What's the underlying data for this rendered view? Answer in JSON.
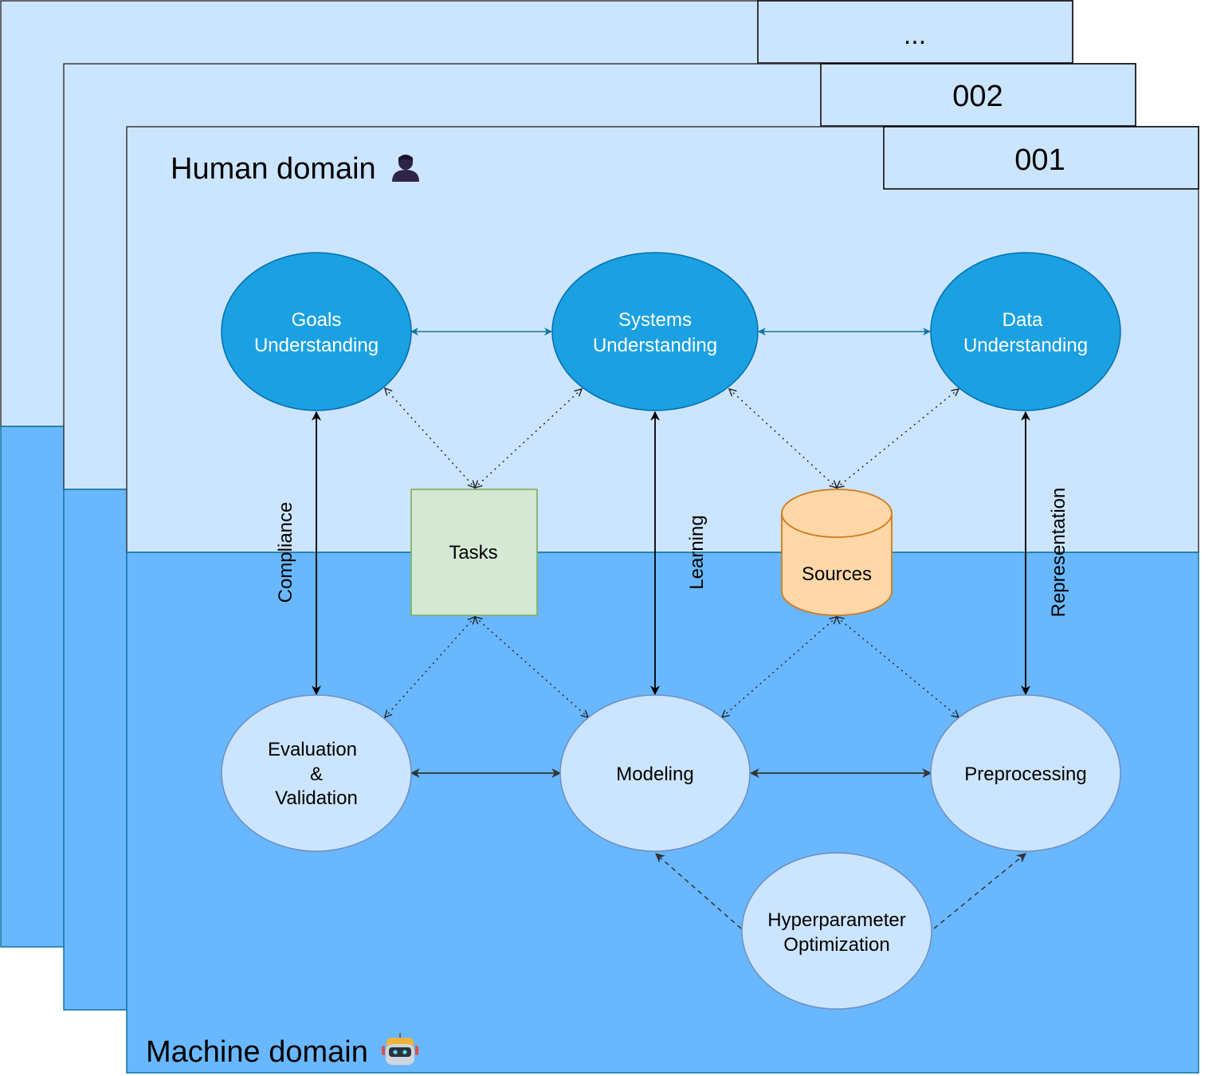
{
  "layers": {
    "back_tab": "...",
    "middle_tab": "002",
    "front_tab": "001"
  },
  "domains": {
    "human": {
      "label": "Human domain",
      "icon": "person-icon"
    },
    "machine": {
      "label": "Machine domain",
      "icon": "robot-icon"
    }
  },
  "nodes": {
    "goals": {
      "line1": "Goals",
      "line2": "Understanding"
    },
    "systems": {
      "line1": "Systems",
      "line2": "Understanding"
    },
    "data": {
      "line1": "Data",
      "line2": "Understanding"
    },
    "tasks": "Tasks",
    "sources": "Sources",
    "evaluation": {
      "line1": "Evaluation",
      "line2": "&",
      "line3": "Validation"
    },
    "modeling": "Modeling",
    "preprocessing": "Preprocessing",
    "hyperparameter": {
      "line1": "Hyperparameter",
      "line2": "Optimization"
    }
  },
  "edge_labels": {
    "compliance": "Compliance",
    "learning": "Learning",
    "representation": "Representation"
  },
  "colors": {
    "human_bg": "#cce5ff",
    "machine_bg": "#69b8ff",
    "top_node": "#1ba1e2",
    "bottom_node": "#cce5ff",
    "tasks_fill": "#d5e8d4",
    "sources_fill": "#ffd7a8"
  }
}
